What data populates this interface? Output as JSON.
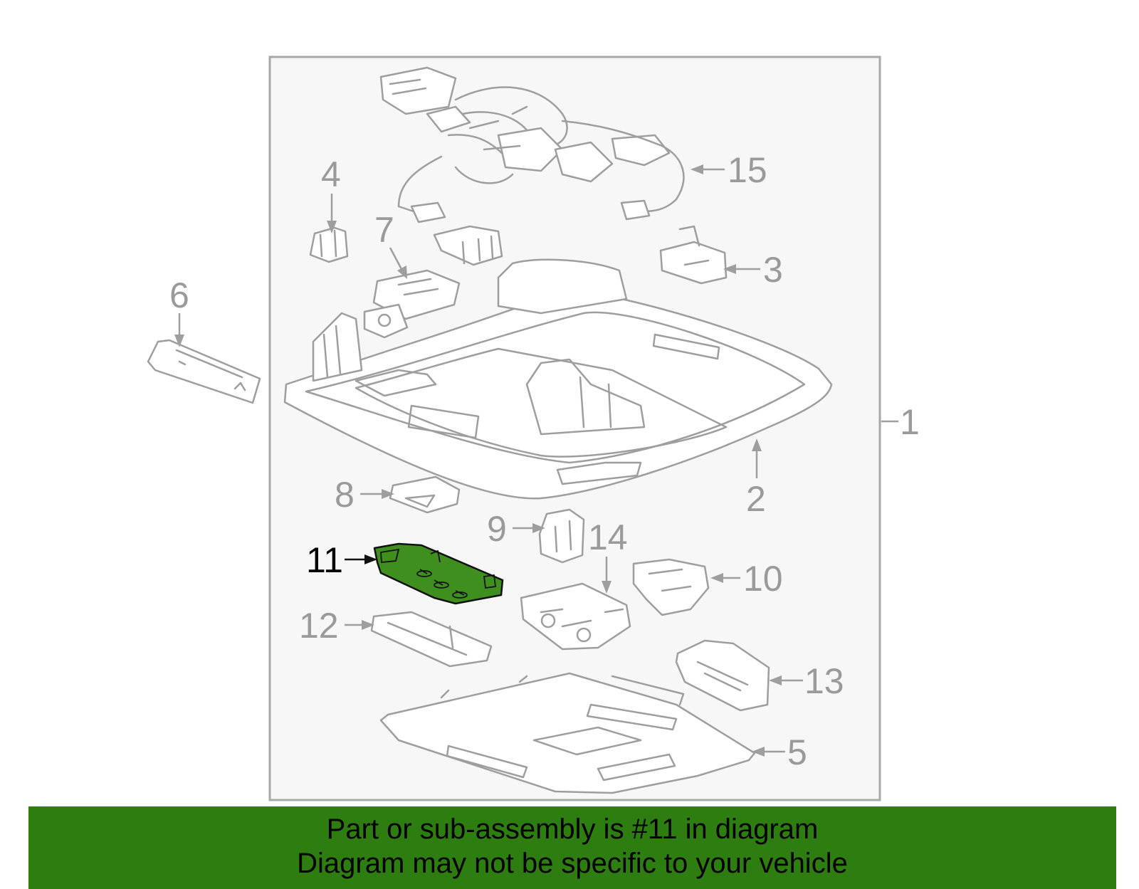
{
  "diagram": {
    "highlighted_part": "11",
    "callouts": {
      "c1": "1",
      "c2": "2",
      "c3": "3",
      "c4": "4",
      "c5": "5",
      "c6": "6",
      "c7": "7",
      "c8": "8",
      "c9": "9",
      "c10": "10",
      "c11": "11",
      "c12": "12",
      "c13": "13",
      "c14": "14",
      "c15": "15"
    },
    "colors": {
      "highlight": "#3f8f1f",
      "banner": "#2e7d10",
      "line_art": "#9e9e9e"
    }
  },
  "banner": {
    "line1": "Part or sub-assembly is #11 in diagram",
    "line2": "Diagram may not be specific to your vehicle"
  }
}
